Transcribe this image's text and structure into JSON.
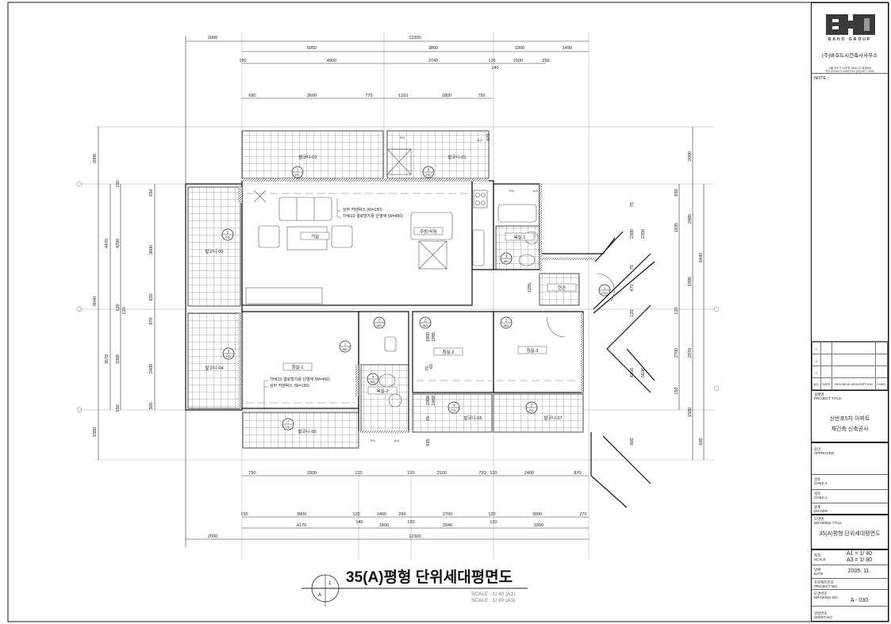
{
  "drawing": {
    "title": "35(A)평형 단위세대평면도",
    "scale_lines": [
      "SCALE : 1/ 40 (A1)",
      "SCALE : 1/ 80 (A3)"
    ],
    "section_marker": {
      "number": "1",
      "letter": "A"
    }
  },
  "rooms": [
    {
      "label": "발코니-02",
      "tag_no": "1",
      "tag_type": "PD"
    },
    {
      "label": "발코니-01",
      "tag_no": "6",
      "tag_type": "PD"
    },
    {
      "label": "거실"
    },
    {
      "label": "주방/식당"
    },
    {
      "label": "욕실-1",
      "tag_no": "3",
      "tag_type": "WD"
    },
    {
      "label": "현관",
      "tag_no": "1",
      "tag_type": "FSD"
    },
    {
      "label": "발코니-03",
      "tag_no": "2",
      "tag_type": "PD"
    },
    {
      "label": "발코니-04",
      "tag_no": "3",
      "tag_type": "PD"
    },
    {
      "label": "침실-1",
      "tag_no": "1",
      "tag_type": "WD"
    },
    {
      "label": "욕실-2",
      "tag_no": "4",
      "tag_type": "WD"
    },
    {
      "label": "침실-2",
      "tag_no": "2",
      "tag_type": "WD"
    },
    {
      "label": "침실-3",
      "tag_no": "2",
      "tag_type": "WD"
    },
    {
      "label": "발코니-05",
      "tag_no": "7",
      "tag_type": "PD"
    },
    {
      "label": "발코니-06",
      "tag_no": "4",
      "tag_type": "PD"
    },
    {
      "label": "발코니-07",
      "tag_no": "5",
      "tag_type": "PD"
    }
  ],
  "extra_tags": [
    {
      "tag_no": "2",
      "tag_type": "WD"
    }
  ],
  "annotations": {
    "living_curtain": "상부 커텐박스 (W=150)",
    "living_insulation": "THK10 결로방지용 단열재 (W=450)",
    "bed1_insulation": "THK10 결로방지용 단열재 (W=450)",
    "bed1_curtain": "상부 커텐박스 (W=150)",
    "pd": "P.D",
    "ad": "A.D"
  },
  "dimensions": {
    "top": [
      [
        "2000",
        "12300"
      ],
      [
        "5050",
        "3860",
        "1900",
        "1490"
      ],
      [
        "150",
        "4900",
        "3740",
        "120",
        "140",
        "1500",
        "260"
      ],
      [
        "680",
        "3600",
        "770",
        "1310",
        "1800",
        "750"
      ]
    ],
    "bottom": [
      [
        "750",
        "3300",
        "120",
        "120",
        "2100",
        "720",
        "120",
        "2400",
        "870"
      ],
      [
        "150",
        "3900",
        "120",
        "1400",
        "260",
        "2700",
        "120",
        "3000",
        "270"
      ],
      [
        "140",
        "120",
        "120"
      ],
      [
        "4170",
        "1800",
        "2940",
        "3390"
      ],
      [
        "2000",
        "12300"
      ]
    ],
    "left": [
      [
        "2000",
        "8040",
        "1500"
      ],
      [
        "4470",
        "3570"
      ],
      [
        "150",
        "4200",
        "120",
        "120",
        "3300",
        "150"
      ],
      [
        "650",
        "3000",
        "820",
        "870",
        "2400",
        "300"
      ]
    ],
    "right": [
      [
        "650",
        "1835",
        "120",
        "2700",
        "150"
      ],
      [
        "2000",
        "2485",
        "1985",
        "2970",
        "1500"
      ],
      [
        "9440",
        "600"
      ],
      [
        "75",
        "2300",
        "75",
        "470",
        "120",
        "4350",
        "600"
      ],
      [
        "2350",
        "5036"
      ],
      [
        "675",
        "1295"
      ],
      [
        "1800",
        "1985",
        "65",
        "75",
        "2300",
        "2450",
        "75",
        "635"
      ]
    ]
  },
  "title_block": {
    "logo_text": "BAHO GROUP",
    "company": "(주)바호도시건축사사무소",
    "address_1": "서울 서초구 서초동 1606-12 세오B/D",
    "address_2": "TEL (02)3477-0000 FAX (02)3477-0001",
    "note_label": "NOTE :",
    "revision_headers": [
      "NO.",
      "DATE",
      "REVISION DESCRIPTION",
      "CHKD."
    ],
    "project_title_ko": "설계명",
    "project_title_en": "PROJECT TITLE",
    "project_line1": "신반포5차 아파트",
    "project_line2": "재건축 신축공사",
    "approved_ko": "승인",
    "approved_en": "APPROVED",
    "chkd2_ko": "검토",
    "chkd2_en": "CHKD.2",
    "chkd1_ko": "검토",
    "chkd1_en": "CHKD.1",
    "drawn_ko": "설계",
    "drawn_en": "DRAWN",
    "drawing_title_ko": "도면명",
    "drawing_title_en": "DRAWING TITLE",
    "drawing_title": "35(A)평형 단위세대평면도",
    "scale_ko": "축척",
    "scale_en": "SCALE",
    "scale_a1": "A1 = 1/ 40",
    "scale_a3": "A3 = 1/ 80",
    "date_ko": "날짜",
    "date_en": "DATE",
    "date": "2005. 11.",
    "project_no_ko": "프로젝트번호",
    "project_no_en": "PROJECT NO.",
    "drawing_no_ko": "도면번호",
    "drawing_no_en": "DRAWING NO.",
    "drawing_no": "A - 030",
    "sheet_no_ko": "일련번호",
    "sheet_no_en": "SHEET NO."
  }
}
